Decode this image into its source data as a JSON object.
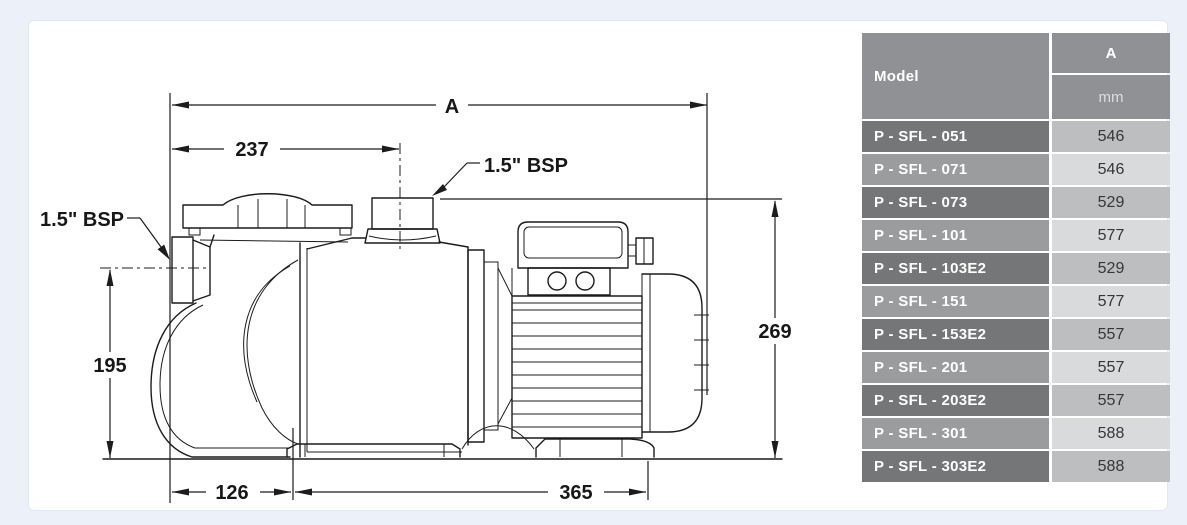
{
  "page": {
    "background": "#ebf0f9",
    "card_background": "#ffffff"
  },
  "diagram": {
    "dims": {
      "overall_length": "A",
      "lid_to_port": "237",
      "inlet_top": "1.5\" BSP",
      "inlet_side": "1.5\" BSP",
      "height_overall": "269",
      "height_inlet": "195",
      "base_front": "126",
      "base_motor": "365"
    }
  },
  "table": {
    "header": {
      "model": "Model",
      "dim": "A",
      "unit": "mm"
    },
    "rows": [
      {
        "model": "P - SFL - 051",
        "a": "546"
      },
      {
        "model": "P - SFL - 071",
        "a": "546"
      },
      {
        "model": "P - SFL - 073",
        "a": "529"
      },
      {
        "model": "P - SFL - 101",
        "a": "577"
      },
      {
        "model": "P - SFL - 103E2",
        "a": "529"
      },
      {
        "model": "P - SFL - 151",
        "a": "577"
      },
      {
        "model": "P - SFL - 153E2",
        "a": "557"
      },
      {
        "model": "P - SFL - 201",
        "a": "557"
      },
      {
        "model": "P - SFL - 203E2",
        "a": "557"
      },
      {
        "model": "P - SFL - 301",
        "a": "588"
      },
      {
        "model": "P - SFL - 303E2",
        "a": "588"
      }
    ],
    "colors": {
      "header_bg": "#8f9194",
      "model_row_dark": "#747678",
      "model_row_light": "#9a9c9e",
      "value_row_dark": "#bdbec0",
      "value_row_light": "#d9dadc"
    }
  }
}
